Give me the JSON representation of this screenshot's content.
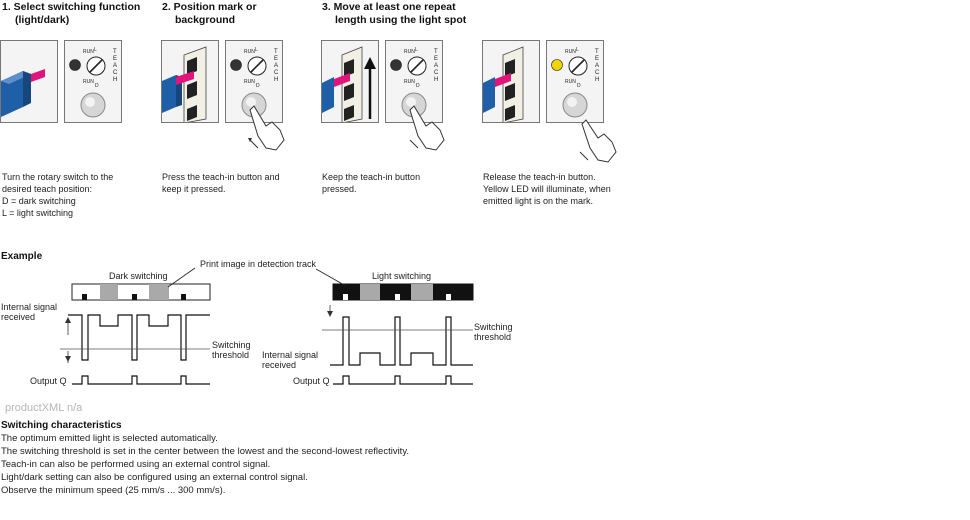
{
  "steps": [
    {
      "title_line1": "1. Select switching function",
      "title_line2": "(light/dark)",
      "desc": [
        "Turn the rotary switch to the",
        "desired teach position:",
        "D = dark switching",
        "L = light switching"
      ]
    },
    {
      "title_line1": "2. Position mark or",
      "title_line2": "background",
      "desc": [
        "Press the teach-in button and",
        "keep it pressed."
      ]
    },
    {
      "title_line1": "3. Move at least one repeat",
      "title_line2": "length using the light spot",
      "desc": [
        "Keep the teach-in button",
        "pressed."
      ]
    },
    {
      "title_line1": "",
      "title_line2": "",
      "desc": [
        "Release the teach-in button.",
        "Yellow LED will illuminate, when",
        "emitted light is on the mark."
      ]
    }
  ],
  "switch_labels": {
    "run_top": "RUN",
    "run_bottom": "RUN",
    "l": "L",
    "d": "D",
    "teach": [
      "T",
      "E",
      "A",
      "C",
      "H"
    ]
  },
  "example": {
    "title": "Example",
    "dark_switching": "Dark switching",
    "print_image": "Print image in detection track",
    "light_switching": "Light switching",
    "internal_signal_left": [
      "Internal signal",
      "received"
    ],
    "switching_threshold_left": [
      "Switching",
      "threshold"
    ],
    "output_left": "Output Q",
    "switching_threshold_right": [
      "Switching",
      "threshold"
    ],
    "internal_signal_right": [
      "Internal signal",
      "received"
    ],
    "output_right": "Output Q"
  },
  "watermark": "productXML n/a",
  "characteristics": {
    "title": "Switching characteristics",
    "lines": [
      "The optimum emitted light is selected automatically.",
      "The switching threshold is set in the center between the lowest and the second-lowest reflectivity.",
      "Teach-in can also be performed using an external control signal.",
      "Light/dark setting can also be configured using an external control signal.",
      "Observe the minimum speed (25 mm/s ... 300 mm/s)."
    ]
  },
  "colors": {
    "sensor_blue": "#1f5fa8",
    "spot_magenta": "#e0147a",
    "led_yellow": "#f2d400",
    "led_dark": "#333333",
    "mark_gray": "#a9a9a9"
  }
}
